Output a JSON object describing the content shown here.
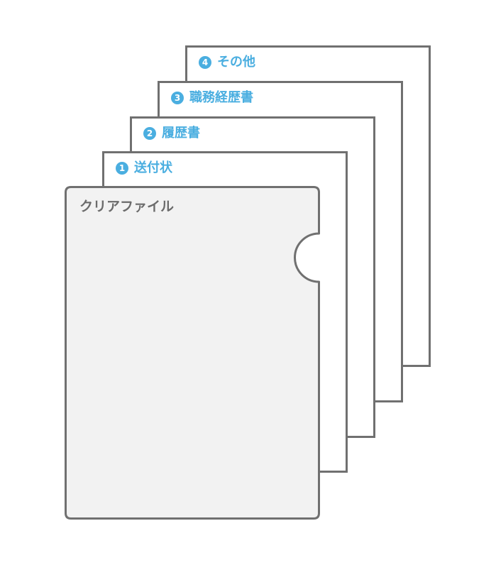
{
  "documents": [
    {
      "number": "4",
      "label": "その他"
    },
    {
      "number": "3",
      "label": "職務経歴書"
    },
    {
      "number": "2",
      "label": "履歴書"
    },
    {
      "number": "1",
      "label": "送付状"
    }
  ],
  "clear_file": {
    "label": "クリアファイル"
  },
  "colors": {
    "accent": "#4aaee0",
    "border": "#707070",
    "file_fill": "#f2f2f2",
    "file_text": "#6b6b6b"
  }
}
